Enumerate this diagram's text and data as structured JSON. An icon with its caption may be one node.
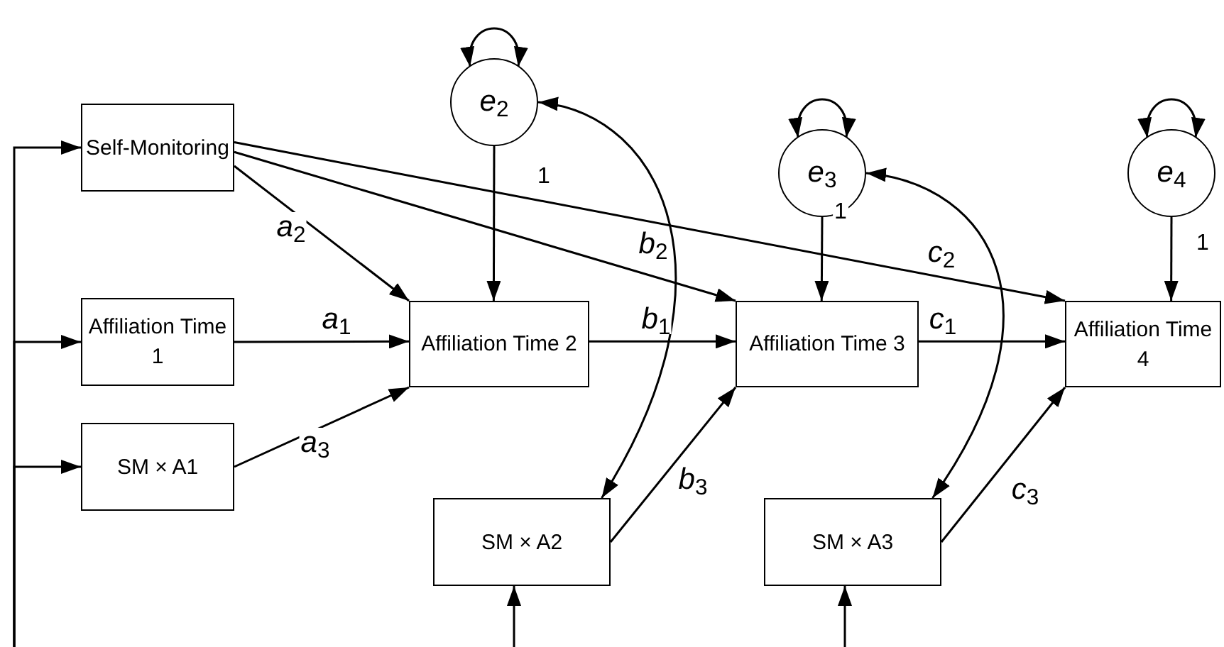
{
  "diagram": {
    "nodes": [
      {
        "text": [
          "Self-Monitoring"
        ]
      },
      {
        "text": [
          "Affiliation Time 1"
        ]
      },
      {
        "text": [
          "SM × A1"
        ]
      },
      {
        "text": [
          "*e*$_{2}$"
        ]
      },
      {
        "text": [
          "Affiliation Time 2"
        ]
      },
      {
        "text": [
          "SM × A2"
        ]
      },
      {
        "text": [
          "*e*$_{3}$"
        ]
      },
      {
        "text": [
          "Affiliation Time 3"
        ]
      },
      {
        "text": [
          "SM × A3"
        ]
      },
      {
        "text": [
          "*e*$_{4}$"
        ]
      },
      {
        "text": [
          "Affiliation Time 4"
        ]
      }
    ],
    "edges": [
      {
        "from": null,
        "to": 0,
        "arrow": "to"
      },
      {
        "from": null,
        "to": 1,
        "arrow": "to"
      },
      {
        "from": null,
        "to": 2,
        "arrow": "to"
      },
      {
        "from": null,
        "to": 5,
        "arrow": "to"
      },
      {
        "from": null,
        "to": 8,
        "arrow": "to"
      },
      {
        "from": 3,
        "to": 3,
        "arrow": "both"
      },
      {
        "from": 6,
        "to": 6,
        "arrow": "both"
      },
      {
        "from": 9,
        "to": 9,
        "arrow": "both"
      },
      {
        "from": 0,
        "to": 4,
        "arrow": "to",
        "label": "*a*$_{2}$"
      },
      {
        "from": 1,
        "to": 4,
        "arrow": "to",
        "label": "*a*$_{1}$"
      },
      {
        "from": 2,
        "to": 4,
        "arrow": "to",
        "label": "*a*$_{3}$"
      },
      {
        "from": 3,
        "to": 4,
        "arrow": "to",
        "label": "1"
      },
      {
        "from": 0,
        "to": 7,
        "arrow": "to",
        "label": "*b*$_{2}$"
      },
      {
        "from": 4,
        "to": 7,
        "arrow": "to",
        "label": "*b*$_{1}$"
      },
      {
        "from": 5,
        "to": 7,
        "arrow": "to",
        "label": "*b*$_{3}$"
      },
      {
        "from": 6,
        "to": 7,
        "arrow": "to",
        "label": "1"
      },
      {
        "from": 0,
        "to": 10,
        "arrow": "to",
        "label": "*c*$_{2}$"
      },
      {
        "from": 7,
        "to": 10,
        "arrow": "to",
        "label": "*c*$_{1}$"
      },
      {
        "from": 8,
        "to": 10,
        "arrow": "to",
        "label": "*c*$_{3}$"
      },
      {
        "from": 9,
        "to": 10,
        "arrow": "to",
        "label": "1"
      },
      {
        "from": 3,
        "to": 5,
        "arrow": "both"
      },
      {
        "from": 6,
        "to": 8,
        "arrow": "both"
      }
    ]
  }
}
